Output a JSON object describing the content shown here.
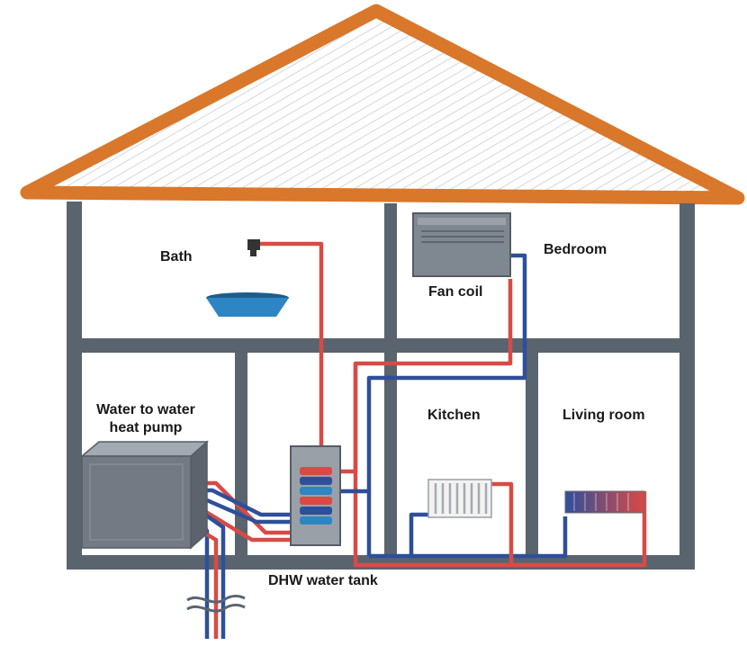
{
  "labels": {
    "bath": "Bath",
    "bedroom": "Bedroom",
    "fan_coil": "Fan coil",
    "kitchen": "Kitchen",
    "living_room": "Living room",
    "heat_pump_line1": "Water to water",
    "heat_pump_line2": "heat pump",
    "dhw_tank": "DHW water tank"
  },
  "colors": {
    "roof": "#d9772b",
    "wall": "#59646e",
    "hot_pipe": "#d94a45",
    "cold_pipe": "#2e4f9a",
    "equipment": "#727a84",
    "basin": "#2d86c3"
  }
}
